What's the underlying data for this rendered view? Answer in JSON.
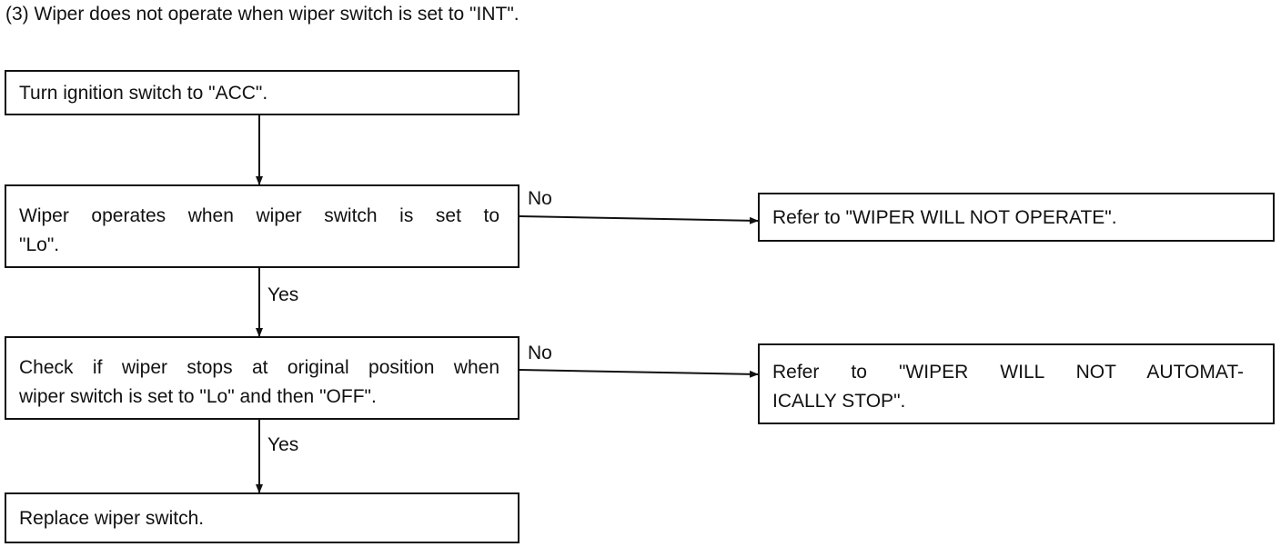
{
  "title": "(3)  Wiper does not operate when wiper switch is set to \"INT\".",
  "steps": {
    "s1": "Turn ignition switch to \"ACC\".",
    "s2_line1": "Wiper operates when wiper switch is set to",
    "s2_line2": "\"Lo\".",
    "s3_line1": "Check if wiper stops at original position when",
    "s3_line2": "wiper switch is set to \"Lo\" and then \"OFF\".",
    "s4": "Replace wiper switch."
  },
  "outcomes": {
    "o1": "Refer to \"WIPER WILL NOT OPERATE\".",
    "o2_line1": "Refer to \"WIPER WILL NOT AUTOMAT-",
    "o2_line2": "ICALLY STOP\"."
  },
  "labels": {
    "no1": "No",
    "yes1": "Yes",
    "no2": "No",
    "yes2": "Yes"
  }
}
